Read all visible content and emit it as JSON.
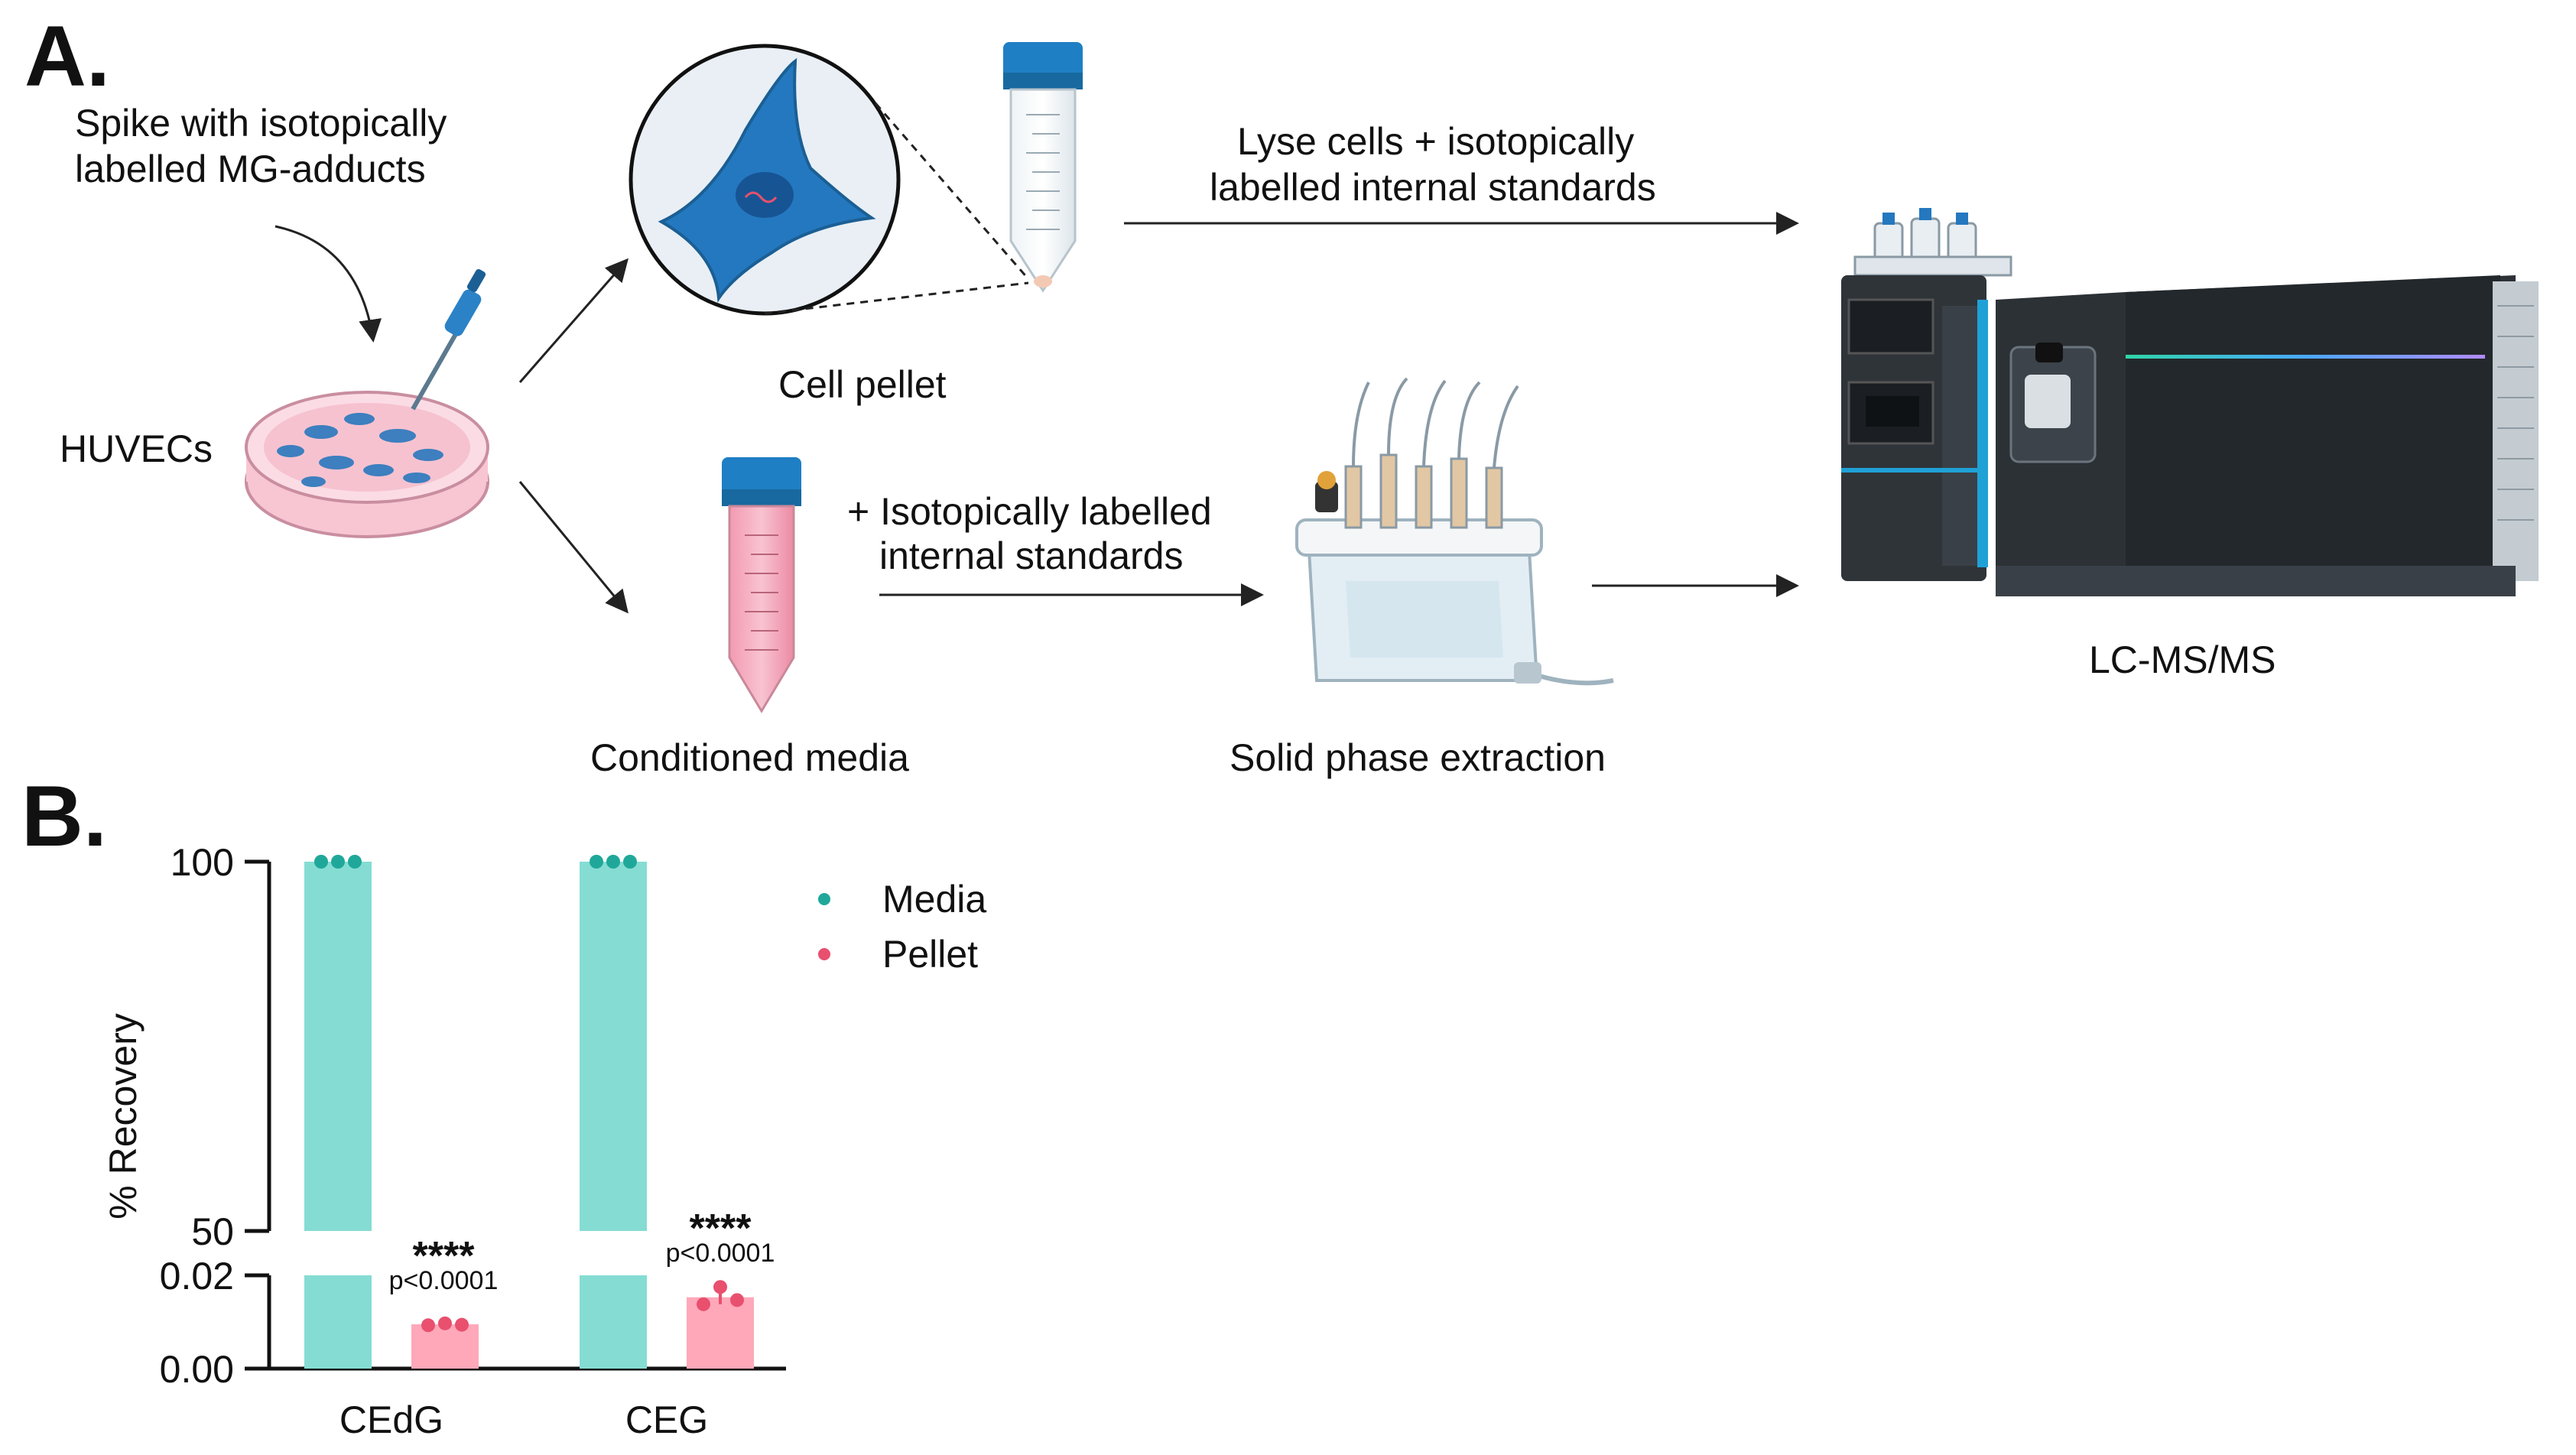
{
  "panel_a": {
    "letter": "A.",
    "spike_line1": "Spike with isotopically",
    "spike_line2": "labelled MG-adducts",
    "huvecs": "HUVECs",
    "cell_pellet": "Cell pellet",
    "lyse_line1": "Lyse cells + isotopically",
    "lyse_line2": "labelled internal standards",
    "istd_line1": "+ Isotopically labelled",
    "istd_line2": "internal standards",
    "conditioned_media": "Conditioned media",
    "spe": "Solid phase extraction",
    "lcms": "LC-MS/MS"
  },
  "colors": {
    "media": "#85dcd3",
    "media_dot": "#1fa89a",
    "pellet": "#ffa8ba",
    "pellet_dot": "#e8506e",
    "cap_blue": "#1f7fc4",
    "cell_blue": "#2478bf",
    "instrument": "#2c3136"
  },
  "chart_data": {
    "type": "bar",
    "panel_letter": "B.",
    "categories": [
      "CEdG",
      "CEG"
    ],
    "ylabel": "% Recovery",
    "y_axis_broken": true,
    "y_segments": [
      {
        "range": [
          0,
          0.02
        ],
        "ticks": [
          "0.00",
          "0.02"
        ]
      },
      {
        "range": [
          50,
          100
        ],
        "ticks": [
          "50",
          "100"
        ]
      }
    ],
    "legend_position": "right",
    "series": [
      {
        "name": "Media",
        "values": [
          100,
          100
        ],
        "points": [
          [
            100,
            100,
            100
          ],
          [
            100,
            100,
            100
          ]
        ]
      },
      {
        "name": "Pellet",
        "values": [
          0.0095,
          0.0153
        ],
        "points": [
          [
            0.0093,
            0.0097,
            0.0094
          ],
          [
            0.0138,
            0.0175,
            0.0147
          ]
        ]
      }
    ],
    "annotations": [
      {
        "category": "CEdG",
        "stars": "****",
        "p": "p<0.0001"
      },
      {
        "category": "CEG",
        "stars": "****",
        "p": "p<0.0001"
      }
    ]
  }
}
